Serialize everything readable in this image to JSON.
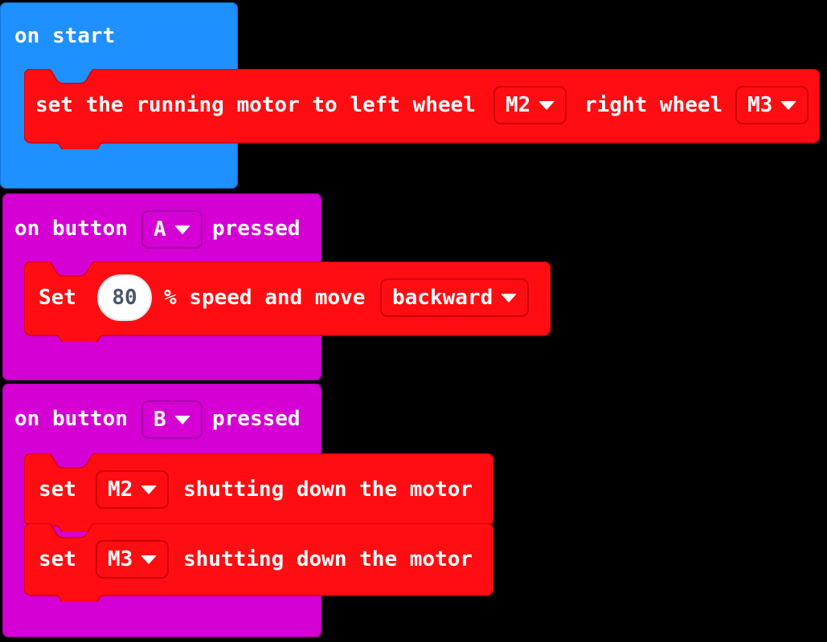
{
  "editor": {
    "name": "makecode-blocks-workspace",
    "background": "#000000"
  },
  "palette": {
    "event_blue": "#1e90ff",
    "event_magenta": "#d400d4",
    "motor_red": "#ff0d12",
    "field_border_red": "#cc0007",
    "field_border_magenta": "#a800a8",
    "number_field_bg": "#ffffff",
    "number_field_text": "#47566b",
    "label_text": "#ffffff"
  },
  "scripts": [
    {
      "id": "script-on-start",
      "hat": {
        "label": "on start",
        "color": "#1e90ff"
      },
      "statements": [
        {
          "id": "set-running-motor",
          "color": "#ff0d12",
          "parts": [
            {
              "kind": "label",
              "text": "set the running motor to left wheel"
            },
            {
              "kind": "dropdown",
              "name": "left-wheel-motor",
              "value": "M2"
            },
            {
              "kind": "label",
              "text": "right wheel"
            },
            {
              "kind": "dropdown",
              "name": "right-wheel-motor",
              "value": "M3"
            }
          ]
        }
      ]
    },
    {
      "id": "script-on-button-a",
      "hat": {
        "label_before": "on button",
        "dropdown": {
          "name": "button-selector-a",
          "value": "A"
        },
        "label_after": "pressed",
        "color": "#d400d4"
      },
      "statements": [
        {
          "id": "set-speed-and-move",
          "color": "#ff0d12",
          "parts": [
            {
              "kind": "label",
              "text": "Set"
            },
            {
              "kind": "number",
              "name": "speed-percent",
              "value": "80"
            },
            {
              "kind": "label",
              "text": "% speed and move"
            },
            {
              "kind": "dropdown",
              "name": "move-direction",
              "value": "backward"
            }
          ]
        }
      ]
    },
    {
      "id": "script-on-button-b",
      "hat": {
        "label_before": "on button",
        "dropdown": {
          "name": "button-selector-b",
          "value": "B"
        },
        "label_after": "pressed",
        "color": "#d400d4"
      },
      "statements": [
        {
          "id": "stop-motor-m2",
          "color": "#ff0d12",
          "parts": [
            {
              "kind": "label",
              "text": "set"
            },
            {
              "kind": "dropdown",
              "name": "stop-motor-selector-m2",
              "value": "M2"
            },
            {
              "kind": "label",
              "text": "shutting down the motor"
            }
          ]
        },
        {
          "id": "stop-motor-m3",
          "color": "#ff0d12",
          "parts": [
            {
              "kind": "label",
              "text": "set"
            },
            {
              "kind": "dropdown",
              "name": "stop-motor-selector-m3",
              "value": "M3"
            },
            {
              "kind": "label",
              "text": "shutting down the motor"
            }
          ]
        }
      ]
    }
  ]
}
